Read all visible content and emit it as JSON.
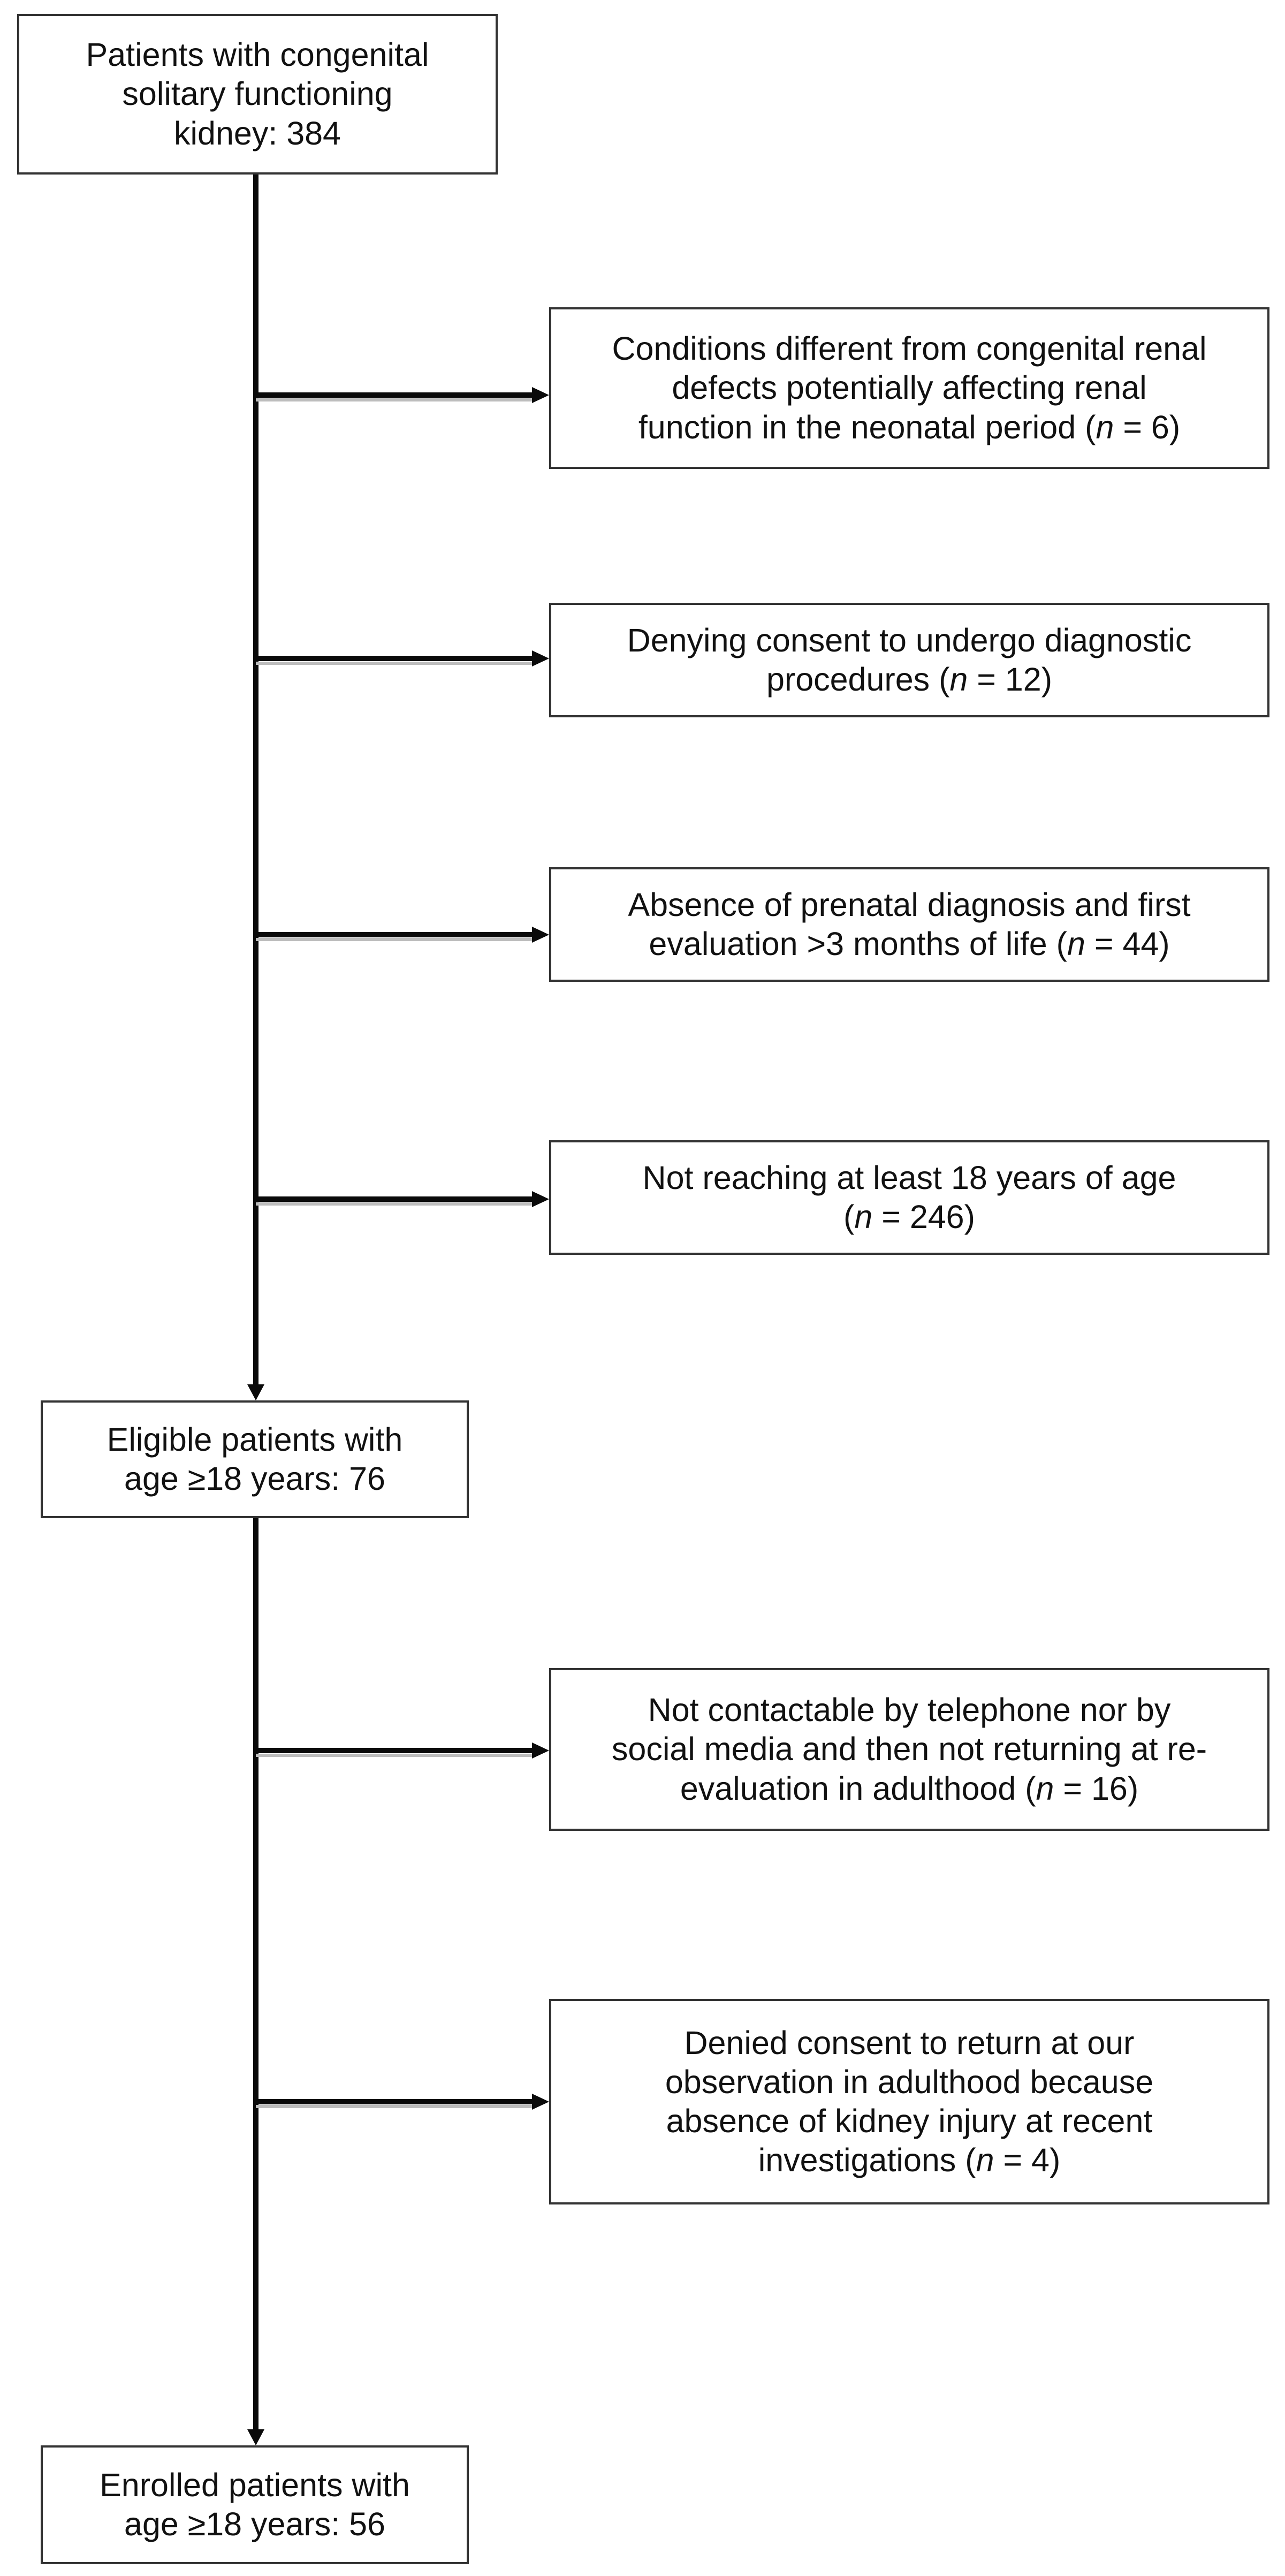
{
  "flowchart": {
    "line_color": "#0a0a0a",
    "main_boxes": {
      "start": {
        "lines": [
          "Patients with congenital",
          "solitary functioning",
          "kidney: 384"
        ]
      },
      "eligible": {
        "lines": [
          "Eligible patients with",
          "age ≥18 years: 76"
        ]
      },
      "enrolled": {
        "lines": [
          "Enrolled patients with",
          "age ≥18 years: 56"
        ]
      }
    },
    "exclusions": [
      {
        "lines": [
          "Conditions different from congenital renal",
          "defects potentially affecting  renal",
          "function in the neonatal period ("
        ],
        "n_symbol": "n",
        "n_suffix": " = 6)"
      },
      {
        "lines": [
          "Denying consent to undergo diagnostic",
          "procedures ("
        ],
        "n_symbol": "n",
        "n_suffix": " = 12)"
      },
      {
        "lines": [
          "Absence of prenatal diagnosis and first",
          "evaluation >3 months of life ("
        ],
        "n_symbol": "n",
        "n_suffix": " = 44)"
      },
      {
        "lines": [
          "Not reaching at least 18 years of age",
          "("
        ],
        "n_symbol": "n",
        "n_suffix": " = 246)"
      },
      {
        "lines": [
          "Not contactable by telephone nor by",
          "social media and then not returning at re-",
          "evaluation in adulthood ("
        ],
        "n_symbol": "n",
        "n_suffix": " = 16)"
      },
      {
        "lines": [
          "Denied consent to return at our",
          "observation in adulthood because",
          "absence of kidney injury at recent",
          "investigations ("
        ],
        "n_symbol": "n",
        "n_suffix": " = 4)"
      }
    ]
  }
}
